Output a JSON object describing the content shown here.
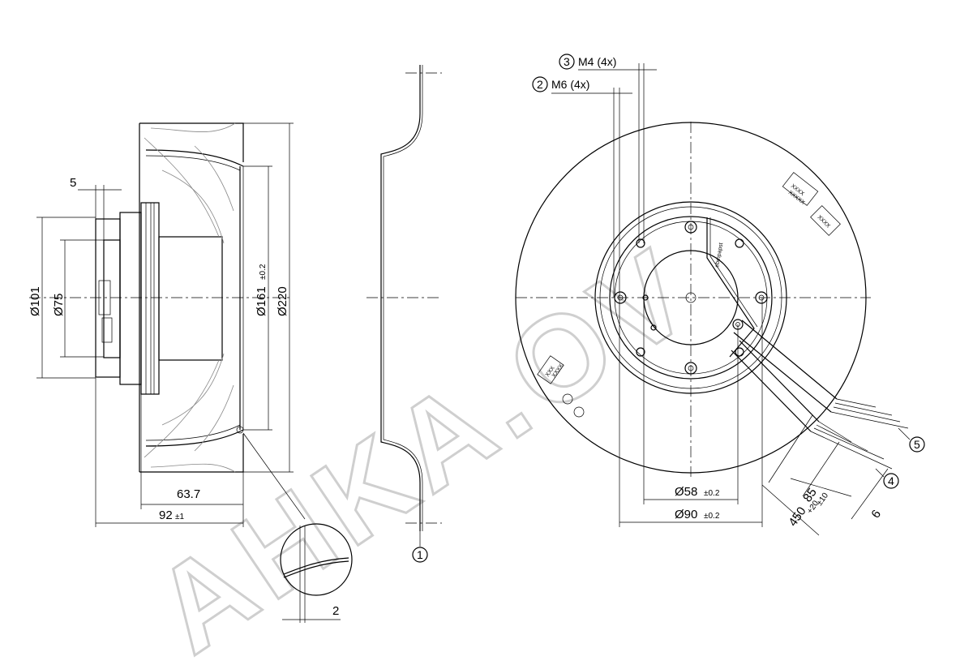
{
  "watermark": "AHKA.OV",
  "side_view": {
    "dims": {
      "d101": "Ø101",
      "d75": "Ø75",
      "w5": "5",
      "d161": "Ø161",
      "d161_tol": "±0.2",
      "d220": "Ø220",
      "l63": "63.7",
      "l92": "92",
      "l92_tol": "±1",
      "detail_2": "2"
    }
  },
  "inlet_ring": {
    "callout": "1"
  },
  "front_view": {
    "callouts": {
      "c2": "2",
      "c2_text": "M6 (4x)",
      "c3": "3",
      "c3_text": "M4 (4x)",
      "c4": "4",
      "c5": "5"
    },
    "dims": {
      "d58": "Ø58",
      "d58_tol": "±0.2",
      "d90": "Ø90",
      "d90_tol": "±0.2",
      "l85": "85",
      "l85_tol": "±10",
      "l450": "450",
      "l450_tol": "+20",
      "w6": "6"
    },
    "brand": "ebmpapst",
    "labels": {
      "rating_top": "XXXX",
      "rating_top2": "XXXXX",
      "rating_right": "XXXX",
      "rating_left": "XXX",
      "rating_left2": "XXXX"
    }
  }
}
